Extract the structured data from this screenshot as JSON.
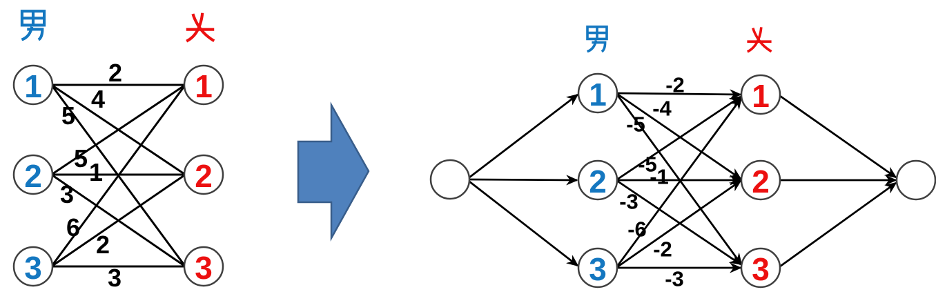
{
  "diagram": {
    "colors": {
      "male_blue": "#1477c0",
      "female_red": "#ec1010",
      "edge_black": "#000000",
      "node_border_gray": "#3f3f3f",
      "arrow_fill": "#4f81bd",
      "arrow_border": "#385d8a"
    },
    "left_graph": {
      "male_header": "男",
      "female_header": "女",
      "male_nodes": [
        "1",
        "2",
        "3"
      ],
      "female_nodes": [
        "1",
        "2",
        "3"
      ],
      "edges": [
        {
          "from": "男1",
          "to": "女1",
          "weight": "2"
        },
        {
          "from": "男1",
          "to": "女2",
          "weight": "4"
        },
        {
          "from": "男1",
          "to": "女3",
          "weight": "5"
        },
        {
          "from": "男2",
          "to": "女1",
          "weight": "5"
        },
        {
          "from": "男2",
          "to": "女2",
          "weight": "1"
        },
        {
          "from": "男2",
          "to": "女3",
          "weight": "3"
        },
        {
          "from": "男3",
          "to": "女1",
          "weight": "6"
        },
        {
          "from": "男3",
          "to": "女2",
          "weight": "2"
        },
        {
          "from": "男3",
          "to": "女3",
          "weight": "3"
        }
      ]
    },
    "transform_arrow": {
      "direction": "right"
    },
    "right_graph": {
      "male_header": "男",
      "female_header": "女",
      "male_nodes": [
        "1",
        "2",
        "3"
      ],
      "female_nodes": [
        "1",
        "2",
        "3"
      ],
      "source_label": "",
      "sink_label": "",
      "edges": [
        {
          "from": "男1",
          "to": "女1",
          "weight": "-2"
        },
        {
          "from": "男1",
          "to": "女2",
          "weight": "-4"
        },
        {
          "from": "男1",
          "to": "女3",
          "weight": "-5"
        },
        {
          "from": "男2",
          "to": "女1",
          "weight": "-5"
        },
        {
          "from": "男2",
          "to": "女2",
          "weight": "-1"
        },
        {
          "from": "男2",
          "to": "女3",
          "weight": "-3"
        },
        {
          "from": "男3",
          "to": "女1",
          "weight": "-6"
        },
        {
          "from": "男3",
          "to": "女2",
          "weight": "-2"
        },
        {
          "from": "男3",
          "to": "女3",
          "weight": "-3"
        }
      ]
    }
  }
}
